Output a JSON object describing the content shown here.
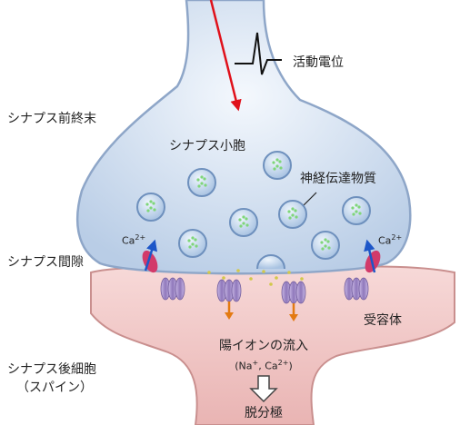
{
  "labels": {
    "action_potential": "活動電位",
    "presynaptic_terminal": "シナプス前終末",
    "synaptic_vesicle": "シナプス小胞",
    "neurotransmitter": "神経伝達物質",
    "synaptic_cleft": "シナプス間隙",
    "ca_left": "Ca",
    "ca_right": "Ca",
    "ca_charge": "2+",
    "receptor": "受容体",
    "ion_influx": "陽イオンの流入",
    "ions_na": "(Na",
    "ions_mid": ", Ca",
    "ions_end": ")",
    "plus": "+",
    "two_plus": "2+",
    "postsynaptic_line1": "シナプス後細胞",
    "postsynaptic_line2": "（スパイン）",
    "depolarization": "脱分極"
  },
  "colors": {
    "presynaptic_fill": "#dfe9f6",
    "presynaptic_edge": "#8ea6c8",
    "postsynaptic_fill": "#f2c9c8",
    "postsynaptic_edge": "#c98f8e",
    "vesicle_fill": "#c9dcef",
    "vesicle_ring": "#6e90bd",
    "transmitter": "#7fd67a",
    "red_arrow": "#e0101a",
    "ion_arrow": "#e37a12",
    "ca_arrow": "#1d56c8",
    "ca_channel": "#d23a6a",
    "receptor_fill": "#a792c9"
  }
}
